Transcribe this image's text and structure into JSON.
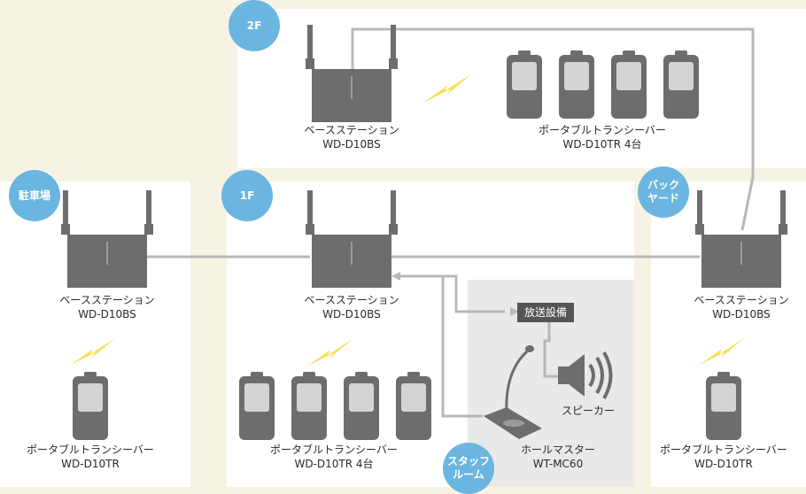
{
  "floors": {
    "f2": {
      "badge": "2F"
    },
    "f1": {
      "badge": "1F"
    },
    "parking": {
      "badge": "駐車場"
    },
    "backyard": {
      "badge": "バック\nヤード"
    },
    "staffroom": {
      "badge": "スタッフ\nルーム"
    }
  },
  "devices": {
    "bs_2f": {
      "line1": "ベースステーション",
      "line2": "WD-D10BS"
    },
    "tr_2f": {
      "line1": "ポータブルトランシーバー",
      "line2": "WD-D10TR 4台"
    },
    "bs_parking": {
      "line1": "ベースステーション",
      "line2": "WD-D10BS"
    },
    "tr_parking": {
      "line1": "ポータブルトランシーバー",
      "line2": "WD-D10TR"
    },
    "bs_1f": {
      "line1": "ベースステーション",
      "line2": "WD-D10BS"
    },
    "tr_1f": {
      "line1": "ポータブルトランシーバー",
      "line2": "WD-D10TR 4台"
    },
    "bs_backyard": {
      "line1": "ベースステーション",
      "line2": "WD-D10BS"
    },
    "tr_backyard": {
      "line1": "ポータブルトランシーバー",
      "line2": "WD-D10TR"
    },
    "broadcast": {
      "label": "放送設備"
    },
    "speaker": {
      "label": "スピーカー"
    },
    "hallmaster": {
      "line1": "ホールマスター",
      "line2": "WT-MC60"
    }
  },
  "colors": {
    "background": "#f7f3e4",
    "panel": "#ffffff",
    "device": "#6d6d6d",
    "badge": "#6bb6e0",
    "lightning": "#f7df5a",
    "cable": "#b8b8b8"
  }
}
